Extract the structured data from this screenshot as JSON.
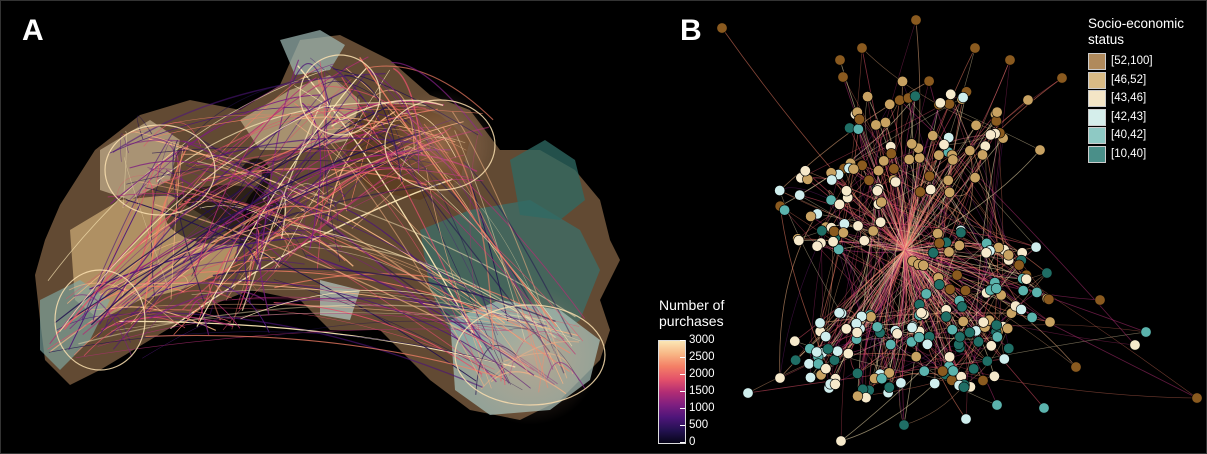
{
  "panels": {
    "a_label": "A",
    "b_label": "B"
  },
  "colorbar": {
    "title_line1": "Number of",
    "title_line2": "purchases",
    "ticks": [
      {
        "label": "3000",
        "value": 3000
      },
      {
        "label": "2500",
        "value": 2500
      },
      {
        "label": "2000",
        "value": 2000
      },
      {
        "label": "1500",
        "value": 1500
      },
      {
        "label": "1000",
        "value": 1000
      },
      {
        "label": "500",
        "value": 500
      },
      {
        "label": "0",
        "value": 0
      }
    ],
    "range": [
      0,
      3000
    ]
  },
  "legend": {
    "title_line1": "Socio-economic",
    "title_line2": "status",
    "items": [
      {
        "label": "[52,100]",
        "color": "#b08a5c"
      },
      {
        "label": "[46,52]",
        "color": "#d9bb85"
      },
      {
        "label": "[43,46]",
        "color": "#f4e5c6"
      },
      {
        "label": "[42,43]",
        "color": "#d5eeeb"
      },
      {
        "label": "[40,42]",
        "color": "#8ec9c4"
      },
      {
        "label": "[10,40]",
        "color": "#4a8f89"
      }
    ]
  },
  "colors": {
    "background": "#000000",
    "node_dark_brown": "#8a5a1f",
    "node_tan": "#c8a262",
    "node_cream": "#f6e9cb",
    "node_pale_cyan": "#cfeeed",
    "node_teal": "#5bb3ad",
    "node_dark_teal": "#1f6e65"
  }
}
